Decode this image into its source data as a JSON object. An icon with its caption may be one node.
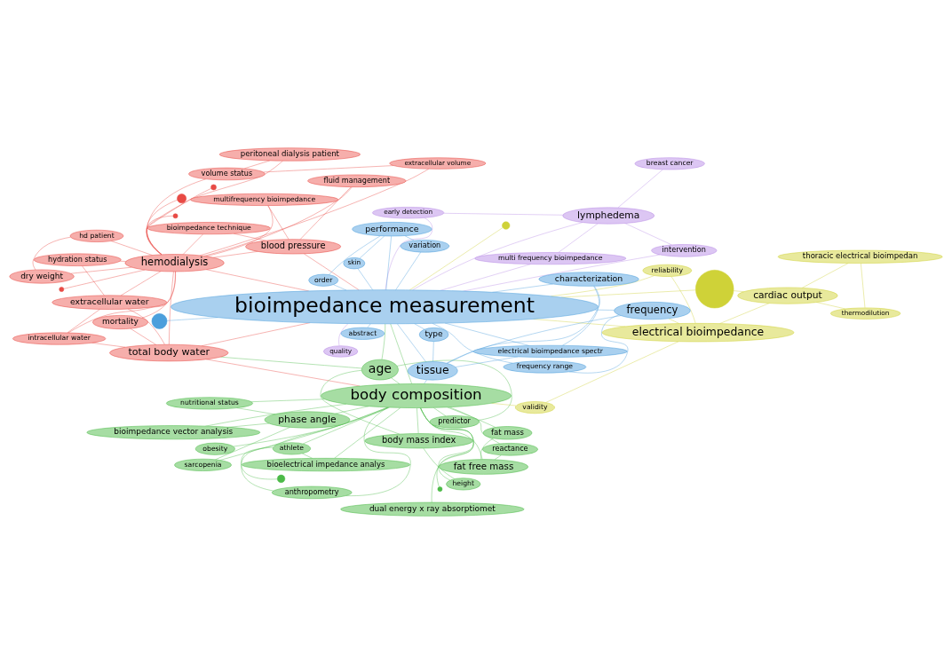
{
  "diagram": {
    "nodes": [
      {
        "text": [
          "extracellular volume"
        ]
      },
      {
        "text": [
          "bioimpedance technique"
        ]
      },
      {
        "text": [
          "volume status"
        ]
      },
      {
        "text": [
          "fluid management"
        ]
      },
      {
        "text": [
          "hd patient"
        ]
      },
      {
        "text": [
          "multifrequency bioimpedance"
        ]
      },
      {
        "text": [
          "peritoneal dialysis patient"
        ]
      },
      {
        "text": [
          "dry weight"
        ]
      },
      {
        "text": [],
        "shape": "circle"
      },
      {
        "text": [],
        "shape": "circle"
      },
      {
        "text": [
          "blood pressure"
        ]
      },
      {
        "text": [
          "multi frequency bioimpedance"
        ]
      },
      {
        "text": [
          "early detection"
        ]
      },
      {
        "text": [
          "hemodialysis"
        ]
      },
      {
        "text": [],
        "shape": "circle"
      },
      {
        "text": [
          "extracellular water"
        ]
      },
      {
        "text": [],
        "shape": "circle"
      },
      {
        "text": [
          "mortality"
        ]
      },
      {
        "text": [
          "intervention"
        ]
      },
      {
        "text": [
          "lymphedema"
        ]
      },
      {
        "text": [
          "breast cancer"
        ]
      },
      {
        "text": [
          "hydration status"
        ]
      },
      {
        "text": [
          "quality"
        ]
      },
      {
        "text": [],
        "shape": "circle"
      },
      {
        "text": [
          "thoracic electrical bioimpedan"
        ]
      },
      {
        "text": [
          "bioimpedance measurement"
        ]
      },
      {
        "text": [
          "intracellular water"
        ]
      },
      {
        "text": [],
        "shape": "circle"
      },
      {
        "text": [
          "cardiac output"
        ]
      },
      {
        "text": [
          "total body water"
        ]
      },
      {
        "text": [
          "age"
        ]
      },
      {
        "text": [
          "thermodilution"
        ]
      },
      {
        "text": [
          "predictor"
        ]
      },
      {
        "text": [
          "variation"
        ]
      },
      {
        "text": [],
        "shape": "circle"
      },
      {
        "text": [
          "electrical bioimpedance"
        ]
      },
      {
        "text": [
          "frequency"
        ]
      },
      {
        "text": [
          "abstract"
        ]
      },
      {
        "text": [
          "reliability"
        ]
      },
      {
        "text": [
          "body mass index"
        ]
      },
      {
        "text": [
          "frequency range"
        ]
      },
      {
        "text": [
          "height"
        ]
      },
      {
        "text": [],
        "shape": "circle"
      },
      {
        "text": [
          "body composition"
        ]
      },
      {
        "text": [
          "validity"
        ]
      },
      {
        "text": [
          "tissue"
        ]
      },
      {
        "text": [
          "nutritional status"
        ]
      },
      {
        "text": [
          "phase angle"
        ]
      },
      {
        "text": [
          "type"
        ]
      },
      {
        "text": [
          "order"
        ]
      },
      {
        "text": [
          "characterization"
        ]
      },
      {
        "text": [
          "bioimpedance vector analysis"
        ]
      },
      {
        "text": [],
        "shape": "circle"
      },
      {
        "text": [
          "dual energy x ray absorptiomet"
        ]
      },
      {
        "text": [
          "sarcopenia"
        ]
      },
      {
        "text": [
          "performance"
        ]
      },
      {
        "text": [
          "fat mass"
        ]
      },
      {
        "text": [
          "electrical bioimpedance spectr"
        ]
      },
      {
        "text": [
          "skin"
        ]
      },
      {
        "text": [
          "bioelectrical impedance analys"
        ]
      },
      {
        "text": [
          "fat free mass"
        ]
      },
      {
        "text": [
          "anthropometry"
        ]
      },
      {
        "text": [
          "reactance"
        ]
      },
      {
        "text": [
          "obesity"
        ]
      },
      {
        "text": [
          "athlete"
        ]
      }
    ],
    "edges": [
      {
        "from": 13,
        "to": 0,
        "arrow": "none"
      },
      {
        "from": 13,
        "to": 1,
        "arrow": "none"
      },
      {
        "from": 13,
        "to": 2,
        "arrow": "none"
      },
      {
        "from": 13,
        "to": 3,
        "arrow": "none"
      },
      {
        "from": 13,
        "to": 4,
        "arrow": "none"
      },
      {
        "from": 13,
        "to": 5,
        "arrow": "none"
      },
      {
        "from": 13,
        "to": 6,
        "arrow": "none"
      },
      {
        "from": 13,
        "to": 7,
        "arrow": "none"
      },
      {
        "from": 13,
        "to": 8,
        "arrow": "none"
      },
      {
        "from": 13,
        "to": 9,
        "arrow": "none"
      },
      {
        "from": 13,
        "to": 10,
        "arrow": "none"
      },
      {
        "from": 13,
        "to": 14,
        "arrow": "none"
      },
      {
        "from": 13,
        "to": 15,
        "arrow": "none"
      },
      {
        "from": 13,
        "to": 16,
        "arrow": "none"
      },
      {
        "from": 13,
        "to": 17,
        "arrow": "none"
      },
      {
        "from": 13,
        "to": 21,
        "arrow": "none"
      },
      {
        "from": 13,
        "to": 26,
        "arrow": "none"
      },
      {
        "from": 13,
        "to": 29,
        "arrow": "none"
      },
      {
        "from": 15,
        "to": 29,
        "arrow": "none"
      },
      {
        "from": 15,
        "to": 26,
        "arrow": "none"
      },
      {
        "from": 15,
        "to": 21,
        "arrow": "none"
      },
      {
        "from": 10,
        "to": 5,
        "arrow": "none"
      },
      {
        "from": 10,
        "to": 1,
        "arrow": "none"
      },
      {
        "from": 10,
        "to": 3,
        "arrow": "none"
      },
      {
        "from": 0,
        "to": 2,
        "arrow": "none"
      },
      {
        "from": 2,
        "to": 6,
        "arrow": "none"
      },
      {
        "from": 7,
        "to": 4,
        "arrow": "none"
      },
      {
        "from": 29,
        "to": 26,
        "arrow": "none"
      },
      {
        "from": 17,
        "to": 29,
        "arrow": "none"
      },
      {
        "from": 13,
        "to": 25,
        "arrow": "none"
      },
      {
        "from": 10,
        "to": 25,
        "arrow": "none"
      },
      {
        "from": 29,
        "to": 25,
        "arrow": "none"
      },
      {
        "from": 29,
        "to": 43,
        "arrow": "none"
      },
      {
        "from": 43,
        "to": 30,
        "arrow": "none",
        "color": "#4cba48"
      },
      {
        "from": 43,
        "to": 32,
        "arrow": "none",
        "color": "#4cba48"
      },
      {
        "from": 43,
        "to": 39,
        "arrow": "none",
        "color": "#4cba48"
      },
      {
        "from": 43,
        "to": 41,
        "arrow": "none",
        "color": "#4cba48"
      },
      {
        "from": 43,
        "to": 42,
        "arrow": "none",
        "color": "#4cba48"
      },
      {
        "from": 43,
        "to": 46,
        "arrow": "none",
        "color": "#4cba48"
      },
      {
        "from": 43,
        "to": 47,
        "arrow": "none",
        "color": "#4cba48"
      },
      {
        "from": 43,
        "to": 51,
        "arrow": "none",
        "color": "#4cba48"
      },
      {
        "from": 43,
        "to": 52,
        "arrow": "none",
        "color": "#4cba48"
      },
      {
        "from": 43,
        "to": 53,
        "arrow": "none",
        "color": "#4cba48"
      },
      {
        "from": 43,
        "to": 54,
        "arrow": "none",
        "color": "#4cba48"
      },
      {
        "from": 43,
        "to": 56,
        "arrow": "none",
        "color": "#4cba48"
      },
      {
        "from": 43,
        "to": 59,
        "arrow": "none",
        "color": "#4cba48"
      },
      {
        "from": 43,
        "to": 60,
        "arrow": "none",
        "color": "#4cba48"
      },
      {
        "from": 43,
        "to": 61,
        "arrow": "none",
        "color": "#4cba48"
      },
      {
        "from": 43,
        "to": 62,
        "arrow": "none",
        "color": "#4cba48"
      },
      {
        "from": 43,
        "to": 63,
        "arrow": "none",
        "color": "#4cba48"
      },
      {
        "from": 43,
        "to": 64,
        "arrow": "none",
        "color": "#4cba48"
      },
      {
        "from": 47,
        "to": 51,
        "arrow": "none",
        "color": "#4cba48"
      },
      {
        "from": 60,
        "to": 56,
        "arrow": "none",
        "color": "#4cba48"
      },
      {
        "from": 30,
        "to": 39,
        "arrow": "none",
        "color": "#4cba48"
      },
      {
        "from": 60,
        "to": 62,
        "arrow": "none",
        "color": "#4cba48"
      },
      {
        "from": 59,
        "to": 64,
        "arrow": "none",
        "color": "#4cba48"
      },
      {
        "from": 41,
        "to": 39,
        "arrow": "none",
        "color": "#4cba48"
      },
      {
        "from": 47,
        "to": 54,
        "arrow": "none",
        "color": "#4cba48"
      },
      {
        "from": 46,
        "to": 47,
        "arrow": "none",
        "color": "#4cba48"
      },
      {
        "from": 30,
        "to": 32,
        "arrow": "none",
        "color": "#4cba48"
      },
      {
        "from": 61,
        "to": 64,
        "arrow": "none",
        "color": "#4cba48"
      },
      {
        "from": 43,
        "to": 25,
        "arrow": "none",
        "color": "#4cba48"
      },
      {
        "from": 30,
        "to": 29,
        "arrow": "none",
        "color": "#4cba48"
      },
      {
        "from": 30,
        "to": 25,
        "arrow": "none",
        "color": "#4cba48"
      },
      {
        "from": 25,
        "to": 33,
        "arrow": "none",
        "color": "#4c9fdc"
      },
      {
        "from": 25,
        "to": 34,
        "arrow": "none",
        "color": "#4c9fdc"
      },
      {
        "from": 25,
        "to": 36,
        "arrow": "none",
        "color": "#4c9fdc"
      },
      {
        "from": 25,
        "to": 37,
        "arrow": "none",
        "color": "#4c9fdc"
      },
      {
        "from": 25,
        "to": 40,
        "arrow": "none",
        "color": "#4c9fdc"
      },
      {
        "from": 25,
        "to": 45,
        "arrow": "none",
        "color": "#4c9fdc"
      },
      {
        "from": 25,
        "to": 48,
        "arrow": "none",
        "color": "#4c9fdc"
      },
      {
        "from": 25,
        "to": 49,
        "arrow": "none",
        "color": "#4c9fdc"
      },
      {
        "from": 25,
        "to": 50,
        "arrow": "none",
        "color": "#4c9fdc"
      },
      {
        "from": 25,
        "to": 55,
        "arrow": "none",
        "color": "#4c9fdc"
      },
      {
        "from": 25,
        "to": 57,
        "arrow": "none",
        "color": "#4c9fdc"
      },
      {
        "from": 25,
        "to": 58,
        "arrow": "none",
        "color": "#4c9fdc"
      },
      {
        "from": 36,
        "to": 45,
        "arrow": "none",
        "color": "#4c9fdc"
      },
      {
        "from": 45,
        "to": 50,
        "arrow": "none",
        "color": "#4c9fdc"
      },
      {
        "from": 45,
        "to": 48,
        "arrow": "none",
        "color": "#4c9fdc"
      },
      {
        "from": 55,
        "to": 58,
        "arrow": "none",
        "color": "#4c9fdc"
      },
      {
        "from": 55,
        "to": 49,
        "arrow": "none",
        "color": "#4c9fdc"
      },
      {
        "from": 36,
        "to": 40,
        "arrow": "none",
        "color": "#4c9fdc"
      },
      {
        "from": 45,
        "to": 57,
        "arrow": "none",
        "color": "#4c9fdc"
      },
      {
        "from": 50,
        "to": 57,
        "arrow": "none",
        "color": "#4c9fdc"
      },
      {
        "from": 33,
        "to": 55,
        "arrow": "none",
        "color": "#4c9fdc"
      },
      {
        "from": 45,
        "to": 43,
        "arrow": "none",
        "color": "#4c9fdc"
      },
      {
        "from": 11,
        "to": 25,
        "arrow": "none",
        "color": "#b88ce6"
      },
      {
        "from": 12,
        "to": 25,
        "arrow": "none",
        "color": "#b88ce6"
      },
      {
        "from": 18,
        "to": 25,
        "arrow": "none",
        "color": "#b88ce6"
      },
      {
        "from": 19,
        "to": 25,
        "arrow": "none",
        "color": "#b88ce6"
      },
      {
        "from": 22,
        "to": 25,
        "arrow": "none",
        "color": "#b88ce6"
      },
      {
        "from": 19,
        "to": 20,
        "arrow": "none",
        "color": "#b88ce6"
      },
      {
        "from": 19,
        "to": 12,
        "arrow": "none",
        "color": "#b88ce6"
      },
      {
        "from": 19,
        "to": 11,
        "arrow": "none",
        "color": "#b88ce6"
      },
      {
        "from": 18,
        "to": 19,
        "arrow": "none",
        "color": "#b88ce6"
      },
      {
        "from": 23,
        "to": 25,
        "arrow": "none",
        "color": "#cfd238"
      },
      {
        "from": 27,
        "to": 25,
        "arrow": "none",
        "color": "#cfd238"
      },
      {
        "from": 35,
        "to": 25,
        "arrow": "none",
        "color": "#cfd238"
      },
      {
        "from": 35,
        "to": 28,
        "arrow": "none",
        "color": "#cfd238"
      },
      {
        "from": 28,
        "to": 24,
        "arrow": "none",
        "color": "#cfd238"
      },
      {
        "from": 28,
        "to": 31,
        "arrow": "none",
        "color": "#cfd238"
      },
      {
        "from": 24,
        "to": 31,
        "arrow": "none",
        "color": "#cfd238"
      },
      {
        "from": 35,
        "to": 38,
        "arrow": "none",
        "color": "#cfd238"
      },
      {
        "from": 35,
        "to": 44,
        "arrow": "none",
        "color": "#cfd238"
      },
      {
        "from": 23,
        "to": 28,
        "arrow": "none",
        "color": "#cfd238"
      },
      {
        "from": 44,
        "to": 43,
        "arrow": "none",
        "color": "#cfd238"
      },
      {
        "from": 38,
        "to": 25,
        "arrow": "none",
        "color": "#cfd238"
      },
      {
        "from": 35,
        "to": 36,
        "arrow": "none",
        "color": "#cfd238"
      }
    ]
  }
}
